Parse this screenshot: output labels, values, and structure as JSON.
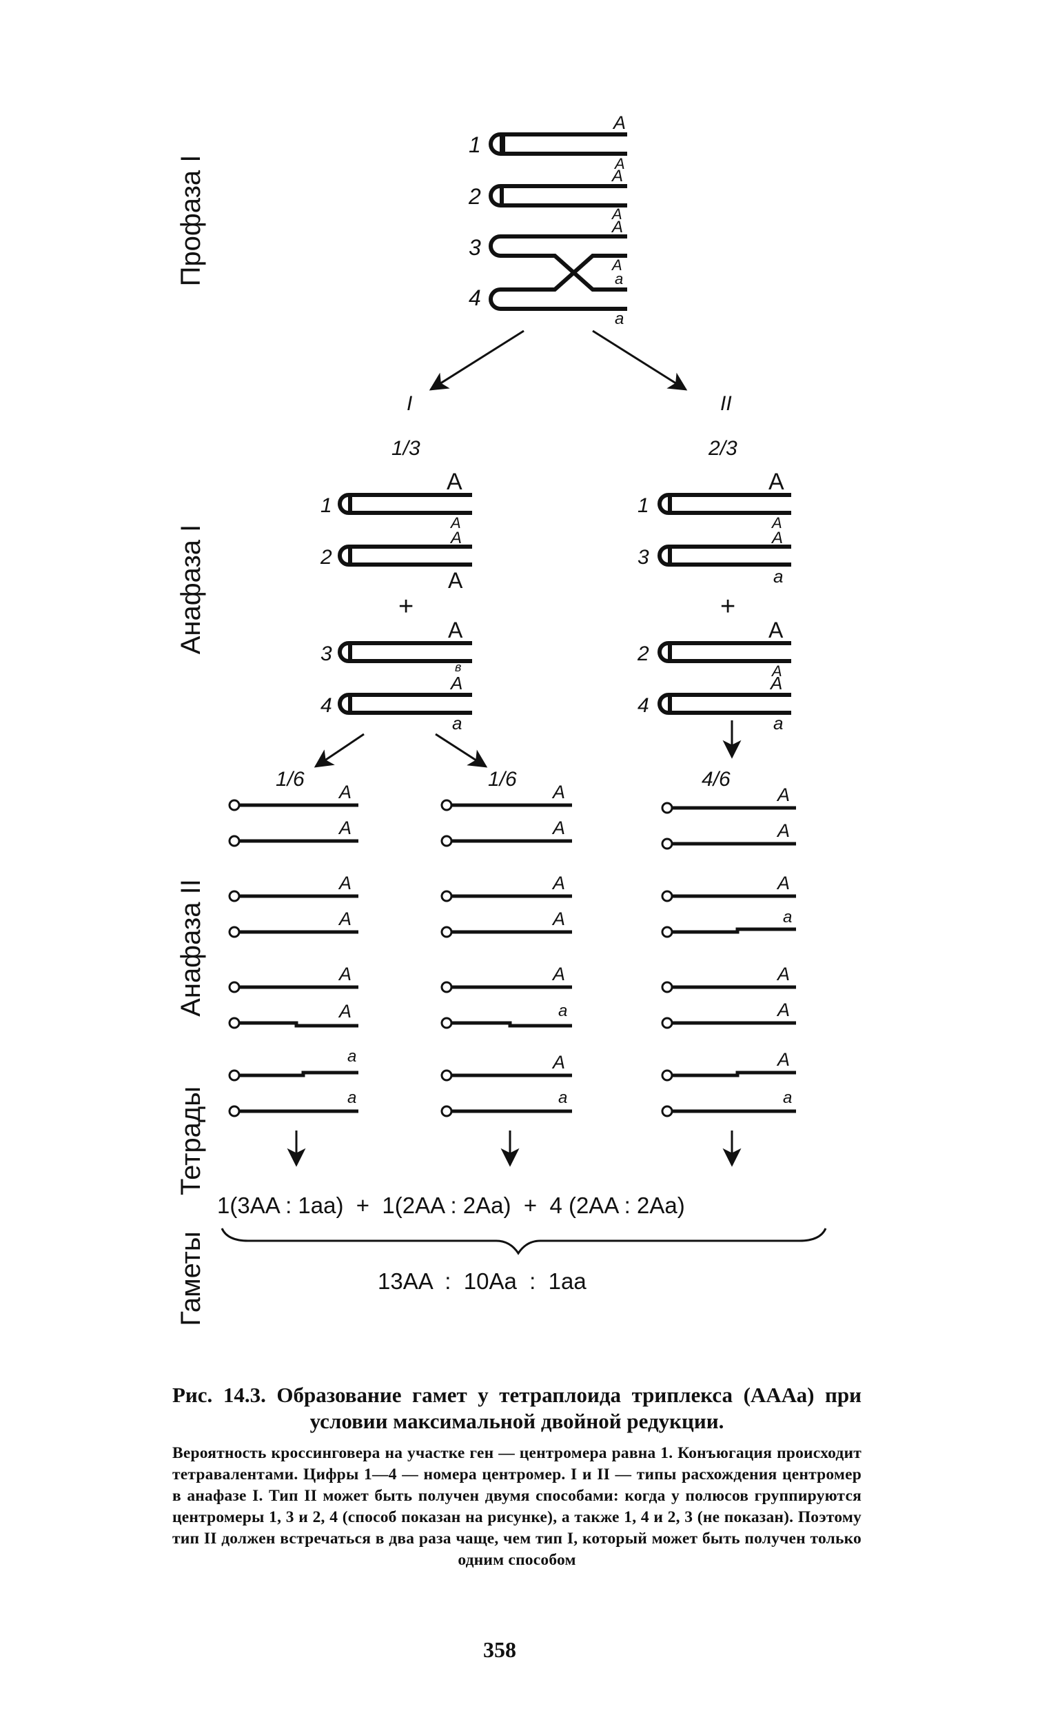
{
  "phases": {
    "prophase": "Профаза I",
    "anaphase1": "Анафаза I",
    "anaphase2": "Анафаза II",
    "tetrads": "Тетрады",
    "gametes": "Гаметы"
  },
  "prophase": {
    "chromosomes": [
      {
        "number": "1",
        "alleles": [
          "A",
          "A"
        ]
      },
      {
        "number": "2",
        "alleles": [
          "A",
          "A"
        ]
      },
      {
        "number": "3",
        "alleles": [
          "A",
          "A"
        ]
      },
      {
        "number": "4",
        "alleles": [
          "a",
          "a"
        ]
      }
    ]
  },
  "types": [
    {
      "label": "I",
      "fraction": "1/3"
    },
    {
      "label": "II",
      "fraction": "2/3"
    }
  ],
  "anaphase1": {
    "plus": "+",
    "typeI": {
      "upper": [
        {
          "number": "1",
          "alleles": [
            "A",
            "A"
          ]
        },
        {
          "number": "2",
          "alleles": [
            "A",
            "A"
          ]
        }
      ],
      "lower": [
        {
          "number": "3",
          "alleles": [
            "A",
            "в"
          ]
        },
        {
          "number": "4",
          "alleles": [
            "A",
            "a"
          ]
        }
      ]
    },
    "typeII": {
      "upper": [
        {
          "number": "1",
          "alleles": [
            "A",
            "A"
          ]
        },
        {
          "number": "3",
          "alleles": [
            "A",
            "a"
          ]
        }
      ],
      "lower": [
        {
          "number": "2",
          "alleles": [
            "A",
            "A"
          ]
        },
        {
          "number": "4",
          "alleles": [
            "A",
            "a"
          ]
        }
      ]
    }
  },
  "anaphase2": {
    "columns": [
      {
        "fraction": "1/6",
        "pairs": [
          [
            "A",
            "A"
          ],
          [
            "A",
            "A"
          ],
          [
            "A",
            "A"
          ],
          [
            "a",
            "a"
          ]
        ]
      },
      {
        "fraction": "1/6",
        "pairs": [
          [
            "A",
            "A"
          ],
          [
            "A",
            "A"
          ],
          [
            "A",
            "a"
          ],
          [
            "A",
            "a"
          ]
        ]
      },
      {
        "fraction": "4/6",
        "pairs": [
          [
            "A",
            "A"
          ],
          [
            "A",
            "a"
          ],
          [
            "A",
            "A"
          ],
          [
            "A",
            "a"
          ]
        ]
      }
    ]
  },
  "tetrads_formula": "1(3AA : 1aa)  +  1(2AA : 2Aa)  +  4 (2AA : 2Aa)",
  "gametes_formula": "13AA  :  10Aa  :  1aa",
  "caption": {
    "title": "Рис. 14.3. Образование гамет у тетраплоида триплекса (АААа) при условии максимальной двойной редукции.",
    "body": "Вероятность кроссинговера на участке ген — центромера равна 1. Конъюгация происходит тетравалентами. Цифры 1—4 — номера центромер. I и II — типы расхождения центромер в анафазе I. Тип II может быть получен двумя способами: когда у полюсов группируются центромеры 1, 3 и 2, 4 (способ показан на рисунке), а также 1, 4 и 2, 3 (не показан). Поэтому тип II должен встречаться в два раза чаще, чем тип I, который может быть получен только одним способом"
  },
  "page_number": "358"
}
